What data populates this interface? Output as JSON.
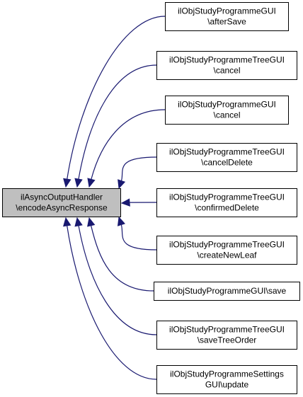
{
  "diagram": {
    "focus": {
      "lines": [
        "ilAsyncOutputHandler",
        "\\encodeAsyncResponse"
      ]
    },
    "callers": [
      {
        "lines": [
          "ilObjStudyProgrammeGUI",
          "\\afterSave"
        ]
      },
      {
        "lines": [
          "ilObjStudyProgrammeTreeGUI",
          "\\cancel"
        ]
      },
      {
        "lines": [
          "ilObjStudyProgrammeGUI",
          "\\cancel"
        ]
      },
      {
        "lines": [
          "ilObjStudyProgrammeTreeGUI",
          "\\cancelDelete"
        ]
      },
      {
        "lines": [
          "ilObjStudyProgrammeTreeGUI",
          "\\confirmedDelete"
        ]
      },
      {
        "lines": [
          "ilObjStudyProgrammeTreeGUI",
          "\\createNewLeaf"
        ]
      },
      {
        "lines": [
          "ilObjStudyProgrammeGUI\\save"
        ]
      },
      {
        "lines": [
          "ilObjStudyProgrammeTreeGUI",
          "\\saveTreeOrder"
        ]
      },
      {
        "lines": [
          "ilObjStudyProgrammeSettings",
          "GUI\\update"
        ]
      }
    ],
    "colors": {
      "edge": "#191970",
      "focus_fill": "#bfbfbf",
      "node_fill": "#ffffff",
      "border": "#000000"
    }
  }
}
